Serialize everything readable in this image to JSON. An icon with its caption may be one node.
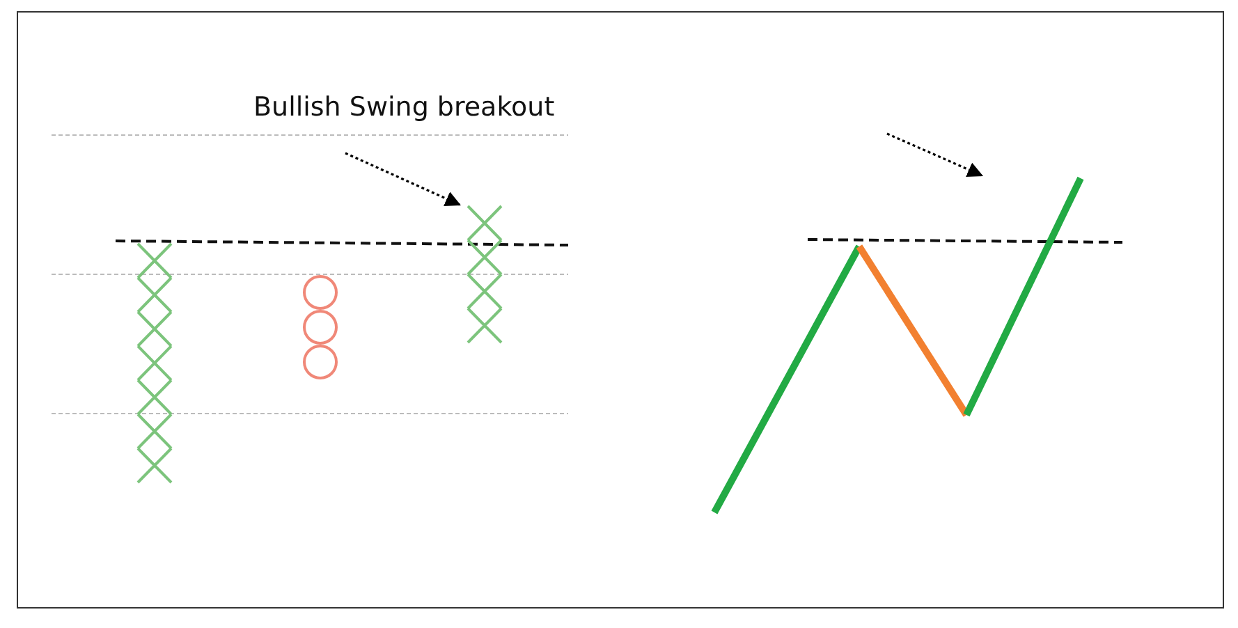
{
  "diagram": {
    "nodes": [
      {
        "text": [
          "Bullish Swing breakout"
        ]
      },
      {
        "text": [],
        "shape": "picture"
      },
      {
        "text": [],
        "shape": "bar"
      }
    ],
    "edges": [
      {
        "from": 0,
        "to": 1,
        "arrow": "to",
        "style": "dashed"
      },
      {
        "from": null,
        "to": 2,
        "arrow": "to",
        "style": "dashed"
      }
    ]
  }
}
